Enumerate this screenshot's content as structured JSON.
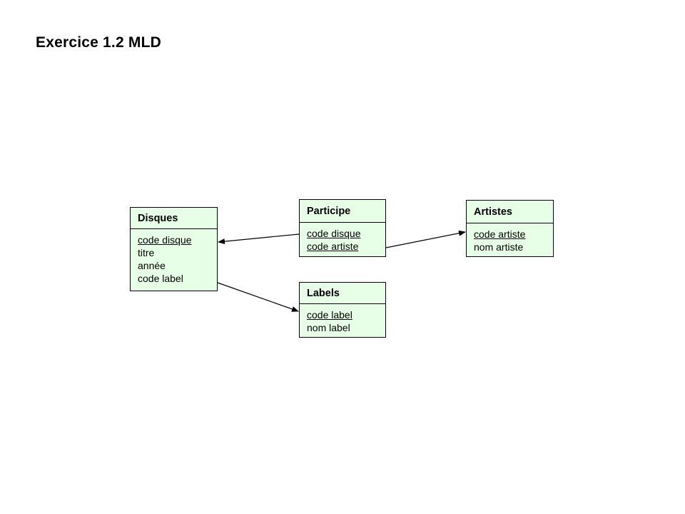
{
  "title": "Exercice 1.2 MLD",
  "entities": {
    "disques": {
      "name": "Disques",
      "attributes": [
        {
          "label": "code disque",
          "key": true
        },
        {
          "label": "titre",
          "key": false
        },
        {
          "label": "année",
          "key": false
        },
        {
          "label": "code label",
          "key": false
        }
      ]
    },
    "participe": {
      "name": "Participe",
      "attributes": [
        {
          "label": "code disque",
          "key": true
        },
        {
          "label": "code artiste",
          "key": true
        }
      ]
    },
    "artistes": {
      "name": "Artistes",
      "attributes": [
        {
          "label": "code artiste",
          "key": true
        },
        {
          "label": "nom  artiste",
          "key": false
        }
      ]
    },
    "labels": {
      "name": "Labels",
      "attributes": [
        {
          "label": "code label",
          "key": true
        },
        {
          "label": "nom  label",
          "key": false
        }
      ]
    }
  },
  "links": [
    {
      "from": "participe.code disque",
      "to": "disques.code disque"
    },
    {
      "from": "participe.code artiste",
      "to": "artistes.code artiste"
    },
    {
      "from": "disques.code label",
      "to": "labels.code label"
    }
  ],
  "colors": {
    "entity_fill": "#e6ffe6",
    "border": "#000000"
  }
}
